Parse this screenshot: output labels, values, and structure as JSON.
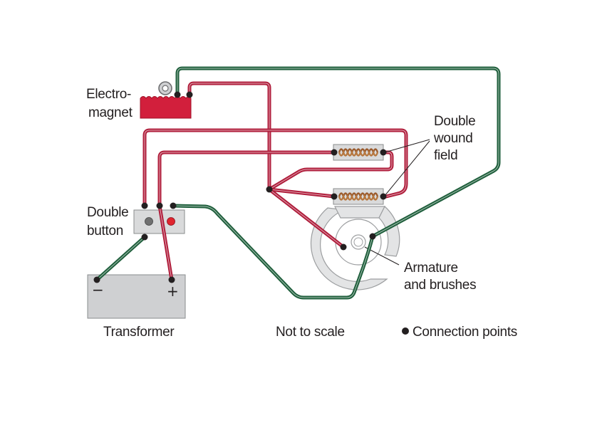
{
  "labels": {
    "electromagnet_line1": "Electro-",
    "electromagnet_line2": "magnet",
    "double_wound_field_line1": "Double",
    "double_wound_field_line2": "wound",
    "double_wound_field_line3": "field",
    "double_button_line1": "Double",
    "double_button_line2": "button",
    "armature_line1": "Armature",
    "armature_line2": "and brushes",
    "transformer": "Transformer",
    "not_to_scale": "Not to scale",
    "legend_connection_points": "Connection points",
    "battery_negative": "−",
    "battery_positive": "+"
  },
  "colors": {
    "red_wire": "#b01e3c",
    "green_wire": "#1f5f3c",
    "wire_highlight": "#ffffff",
    "electromagnet": "#d21f3c",
    "component_gray": "#cfd0d2",
    "coil": "#9a5a2c",
    "connection_point": "#231f20",
    "button_red": "#e0252e",
    "button_gray": "#707070"
  }
}
